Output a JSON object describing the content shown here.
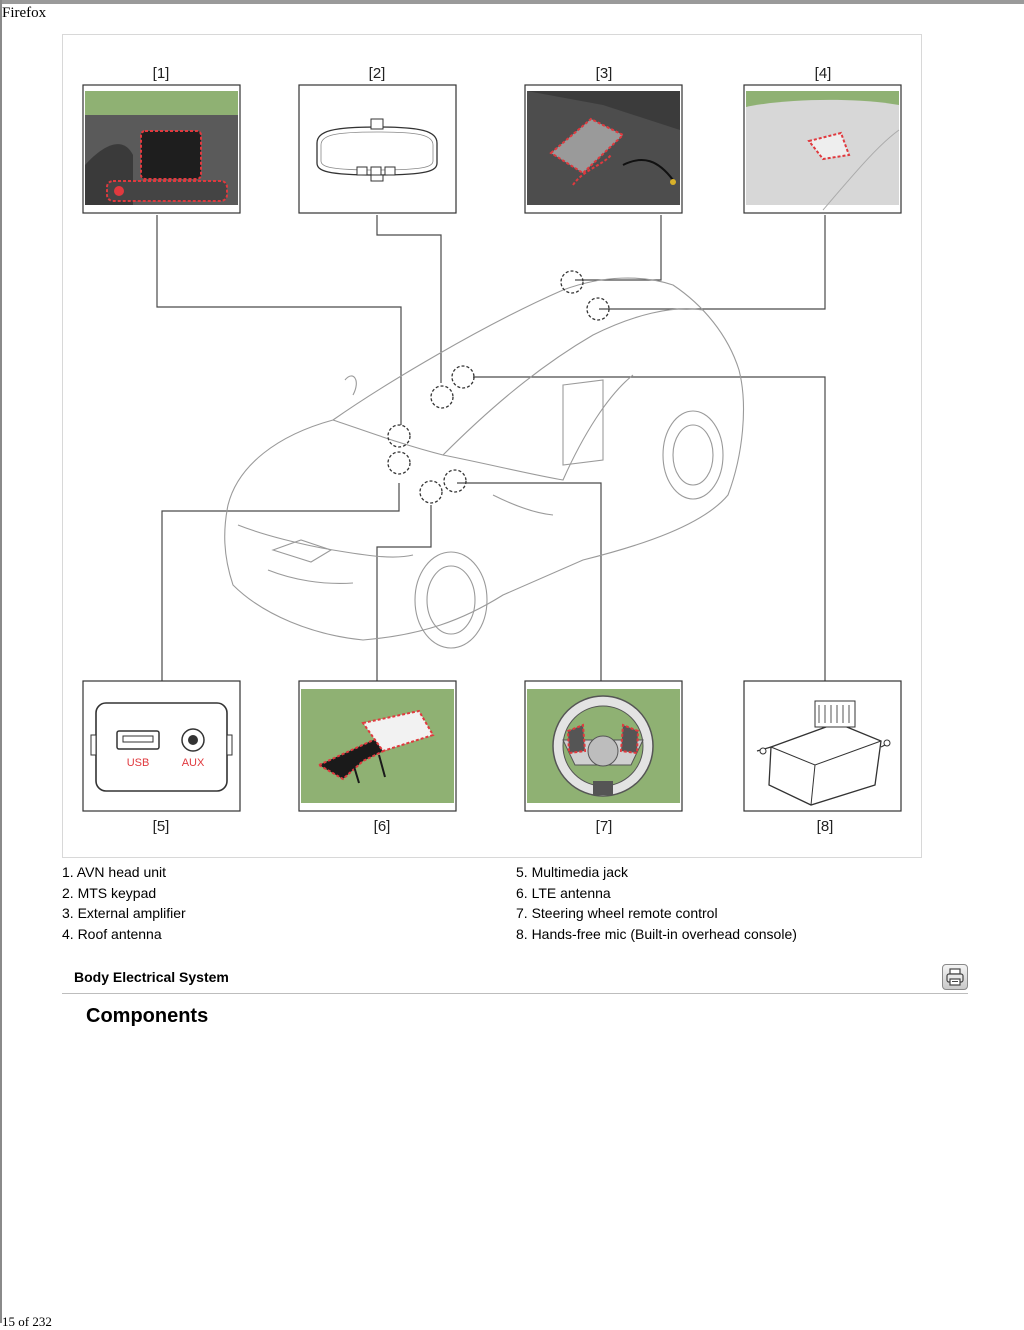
{
  "browser": {
    "label": "Firefox"
  },
  "figure": {
    "callouts": [
      "[1]",
      "[2]",
      "[3]",
      "[4]",
      "[5]",
      "[6]",
      "[7]",
      "[8]"
    ],
    "usb_label": "USB",
    "aux_label": "AUX",
    "accent_color": "#e0393e",
    "photo_green": "#8fb173"
  },
  "legend": {
    "left": [
      "1. AVN head unit",
      "2. MTS keypad",
      "3. External amplifier",
      "4. Roof antenna"
    ],
    "right": [
      "5. Multimedia jack",
      "6. LTE antenna",
      "7. Steering wheel remote control",
      "8. Hands-free mic (Built-in overhead console)"
    ]
  },
  "section": {
    "title": "Body Electrical System",
    "print_icon": "printer-icon"
  },
  "page": {
    "heading": "Components",
    "counter": "15 of 232"
  }
}
